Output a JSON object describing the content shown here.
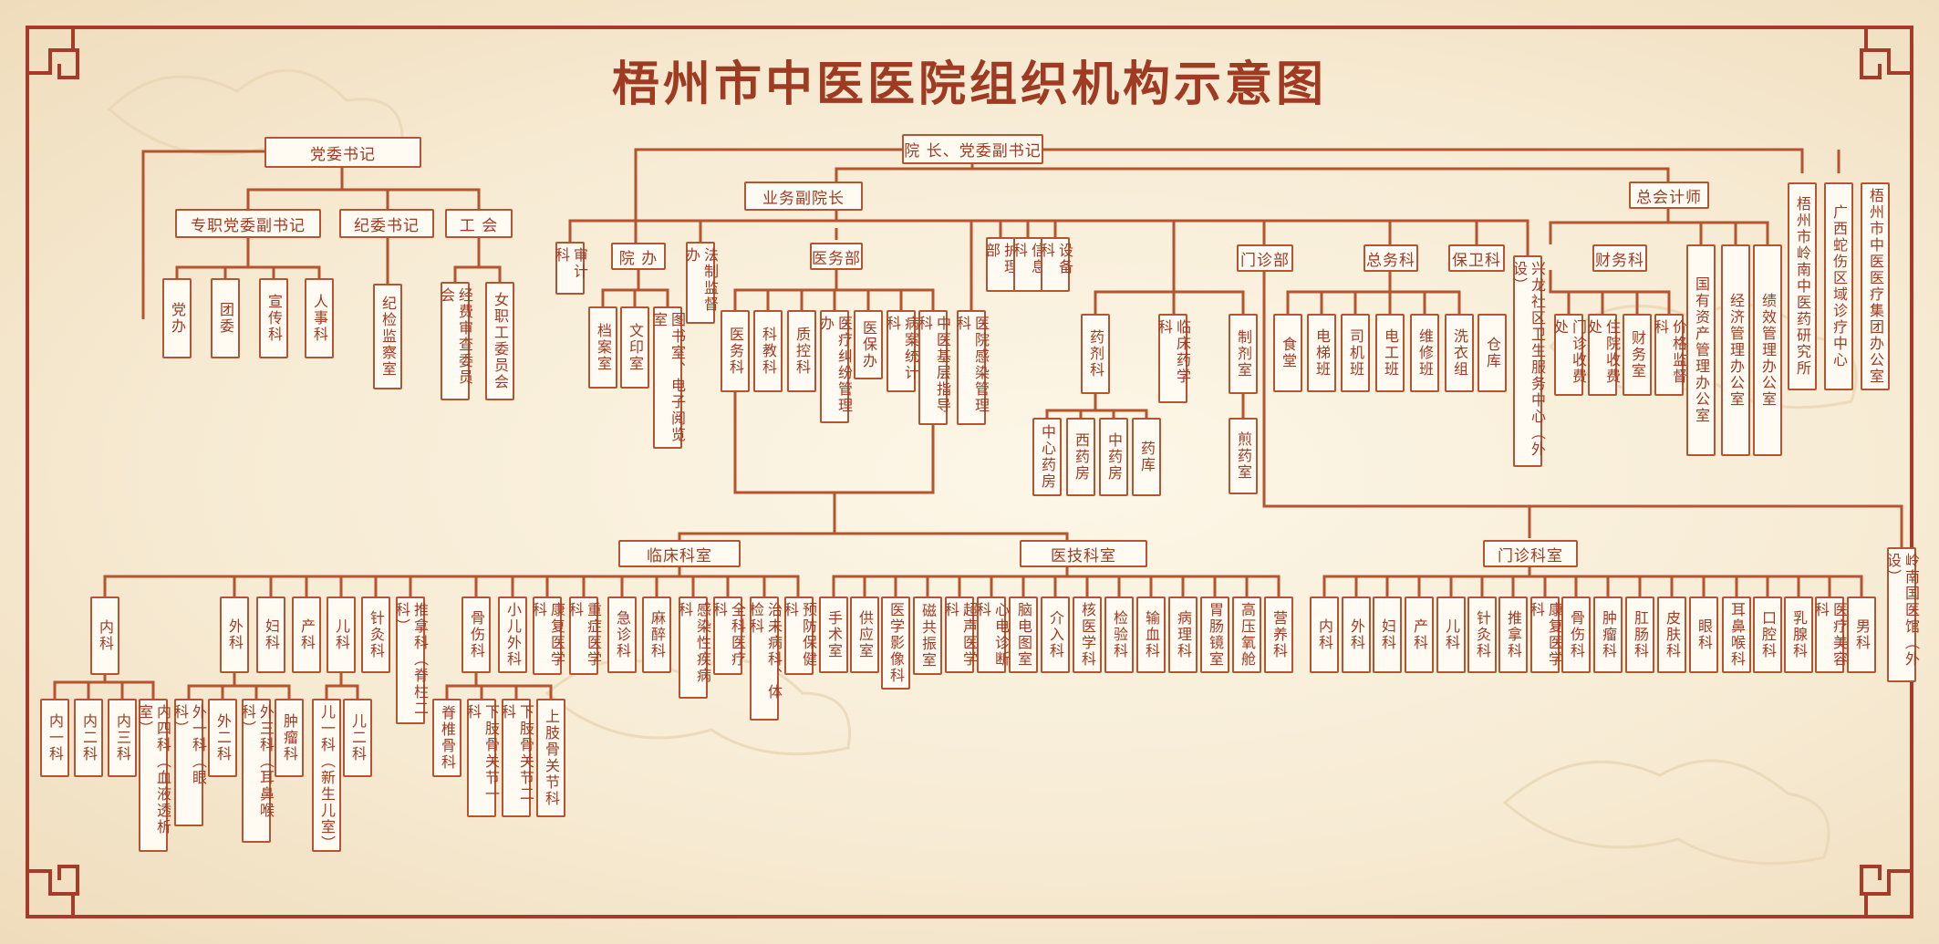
{
  "title": "梧州市中医医院组织机构示意图",
  "colors": {
    "line": "#b5542e",
    "text": "#9e3b22",
    "frame": "#a83a2a"
  },
  "nodes": {
    "dwsj": "党委书记",
    "zzdwfsj": "专职党委副书记",
    "jwsj": "纪委书记",
    "gh": "工 会",
    "db": "党办",
    "tw": "团委",
    "xck": "宣传科",
    "rsk": "人事科",
    "jjjcs": "纪检监察室",
    "jfscwyh": "经费审查委员会",
    "nzgwyh": "女职工委员会",
    "yz": "院 长、党委副书记",
    "ywfyz": "业务副院长",
    "zkjs": "总会计师",
    "sjk": "审计科",
    "yb": "院 办",
    "fzjdb": "法制监督办",
    "yw": "医务部",
    "das": "档案室",
    "wys": "文印室",
    "tss": "图书室、电子阅览室",
    "ywk": "医务科",
    "kjk": "科教科",
    "zkk": "质控科",
    "ylj": "医疗纠纷管理办",
    "ybb": "医保办",
    "batj": "病案统计科",
    "zyjc": "中医基层指导科",
    "ygg": "医院感染管理科",
    "hlb": "护理部",
    "xxk": "信息科",
    "sbk": "设备科",
    "yjk": "药剂科",
    "lcyx": "临床药学科",
    "zjs": "制剂室",
    "zxyf": "中心药房",
    "xyf": "西药房",
    "zyf": "中药房",
    "yk": "药库",
    "jys": "煎药室",
    "mzb": "门诊部",
    "zwk": "总务科",
    "bwk": "保卫科",
    "st": "食堂",
    "dtb": "电梯班",
    "sjb": "司机班",
    "dgb": "电工班",
    "wxb": "维修班",
    "xyz": "洗衣组",
    "ck": "仓库",
    "xlsq": "兴龙社区卫生服务中心（外设）",
    "cwk": "财务科",
    "mzsf": "门诊收费处",
    "zysf": "住院收费处",
    "cws": "财务室",
    "jgjd": "价格监督科",
    "gyzc": "国有资产管理办公室",
    "jjgl": "经济管理办公室",
    "jxgl": "绩效管理办公室",
    "lnzy": "梧州市岭南中医药研究所",
    "gxsz": "广西蛇伤区域诊疗中心",
    "jtbgs": "梧州市中医医疗集团办公室",
    "lcks": "临床科室",
    "yjks": "医技科室",
    "mzks": "门诊科室",
    "lngg": "岭南国医馆（外设）"
  },
  "clinical": {
    "groups": [
      "内科",
      "外科",
      "妇科",
      "产科",
      "儿科",
      "针灸科",
      "推拿科（脊柱二科）",
      "骨伤科",
      "小儿外科",
      "康复医学科",
      "重症医学科",
      "急诊科",
      "麻醉科",
      "感染性疾病科",
      "全科医疗科",
      "治未病科、体检科",
      "预防保健科"
    ],
    "nei_sub": [
      "内一科",
      "内二科",
      "内三科",
      "内四科（血液透析室）"
    ],
    "wai_sub": [
      "外一科（眼 科）",
      "外二科",
      "外三科（耳鼻喉科）",
      "肿瘤科"
    ],
    "er_sub": [
      "儿一科（新生儿室）",
      "儿二科"
    ],
    "gu_sub": [
      "脊椎骨科",
      "下肢骨关节一科",
      "下肢骨关节二科",
      "上肢骨关节科"
    ]
  },
  "tech": [
    "手术室",
    "供应室",
    "医学影像科",
    "磁共振室",
    "超声医学科",
    "心电诊断科",
    "脑电图室",
    "介入科",
    "核医学科",
    "检验科",
    "输血科",
    "病理科",
    "胃肠镜室",
    "高压氧舱",
    "营养科"
  ],
  "outpatient": [
    "内科",
    "外科",
    "妇科",
    "产科",
    "儿科",
    "针灸科",
    "推拿科",
    "康复医学科",
    "骨伤科",
    "肿瘤科",
    "肛肠科",
    "皮肤科",
    "眼科",
    "耳鼻喉科",
    "口腔科",
    "乳腺科",
    "医疗美容科",
    "男科"
  ]
}
